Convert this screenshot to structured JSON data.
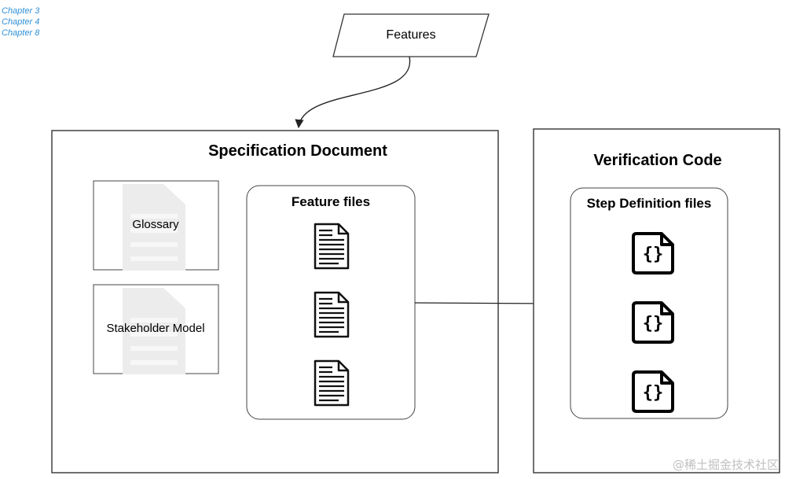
{
  "chapter_links": [
    "Chapter 3",
    "Chapter 4",
    "Chapter 8"
  ],
  "features_label": "Features",
  "spec_doc": {
    "title": "Specification Document",
    "glossary_label": "Glossary",
    "stakeholder_label": "Stakeholder Model",
    "feature_files_title": "Feature files"
  },
  "verification": {
    "title": "Verification Code",
    "step_defs_title": "Step Definition files",
    "file_glyph": "{}"
  },
  "watermark": "@稀土掘金技术社区",
  "icons": {
    "feature_file": "document-lines-icon",
    "step_definition": "code-braces-file-icon",
    "background_doc": "document-silhouette-icon"
  },
  "colors": {
    "link": "#2f8fd6",
    "stroke": "#222222",
    "doc_silhouette": "#ececec",
    "watermark": "#bfbfbf"
  }
}
